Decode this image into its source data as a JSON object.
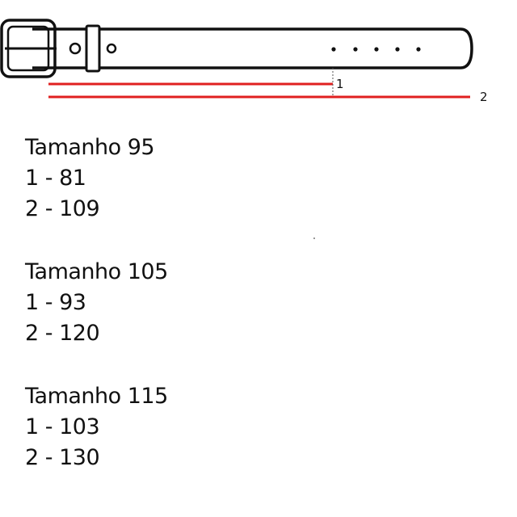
{
  "diagram": {
    "measure_labels": [
      "1",
      "2"
    ],
    "colors": {
      "belt_outline": "#111111",
      "measure_line": "#e02020"
    },
    "icons": [
      "belt-buckle-icon",
      "belt-strap-icon"
    ]
  },
  "sizes": [
    {
      "title": "Tamanho 95",
      "line1": "1 - 81",
      "line2": "2 - 109"
    },
    {
      "title": "Tamanho 105",
      "line1": "1 - 93",
      "line2": "2 - 120"
    },
    {
      "title": "Tamanho 115",
      "line1": "1 - 103",
      "line2": "2 - 130"
    }
  ]
}
